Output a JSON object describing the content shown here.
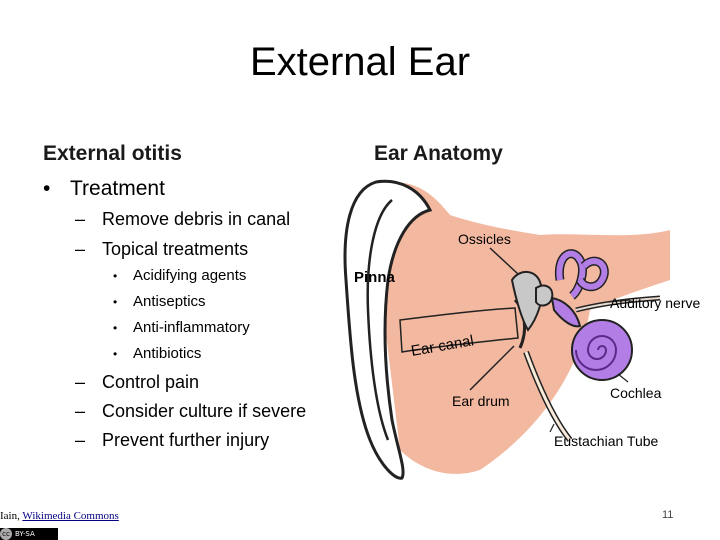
{
  "slide": {
    "title": "External Ear",
    "left_heading": "External otitis",
    "right_heading": "Ear Anatomy",
    "treatment": "Treatment",
    "level2_top": [
      "Remove debris in canal",
      "Topical treatments"
    ],
    "level3": [
      "Acidifying agents",
      "Antiseptics",
      "Anti-inflammatory",
      "Antibiotics"
    ],
    "level2_bottom": [
      "Control pain",
      "Consider culture if severe",
      "Prevent further injury"
    ],
    "bullet_glyph": "•",
    "dash_glyph": "–",
    "page_number": "11"
  },
  "credit": {
    "prefix": "Iain, ",
    "link": "Wikimedia Commons",
    "badge": "BY-SA",
    "badge_cc": "cc"
  },
  "diagram": {
    "labels": {
      "pinna": "Pinna",
      "ossicles": "Ossicles",
      "auditory_nerve": "Auditory nerve",
      "ear_canal": "Ear canal",
      "cochlea": "Cochlea",
      "ear_drum": "Ear drum",
      "eustachian_tube": "Eustachian Tube"
    },
    "colors": {
      "skin": "#f3b9a0",
      "pinna_fill": "#ffffff",
      "ossicle": "#c8c8c8",
      "cochlea": "#b27ee6",
      "outline": "#222222"
    }
  }
}
